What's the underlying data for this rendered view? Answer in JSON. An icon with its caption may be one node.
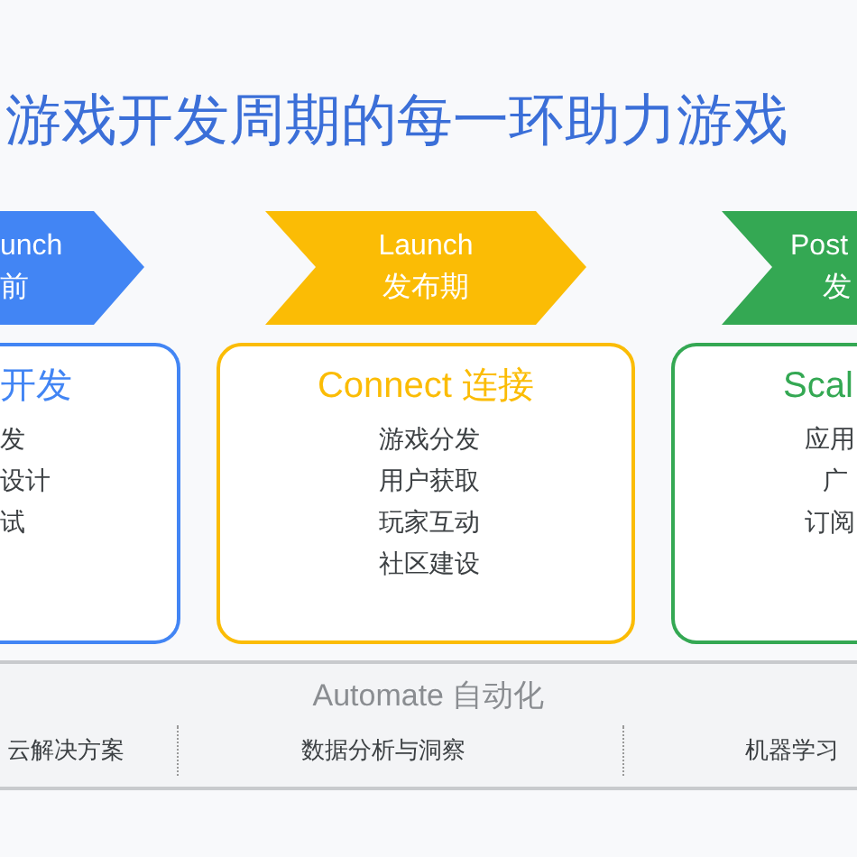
{
  "diagram": {
    "title": "游戏开发周期的每一环助力游戏",
    "nodes": [
      {
        "text": [
          "unch",
          "前"
        ]
      },
      {
        "text": [
          "Launch",
          "发布期"
        ]
      },
      {
        "text": [
          "Post",
          "发"
        ]
      },
      {
        "text": [
          "开发",
          "发",
          "设计",
          "试"
        ]
      },
      {
        "text": [
          "Connect 连接",
          "游戏分发",
          "用户获取",
          "玩家互动",
          "社区建设"
        ]
      },
      {
        "text": [
          "Scal",
          "应用",
          "广",
          "订阅"
        ]
      },
      {
        "text": [
          "Automate 自动化",
          "云解决方案",
          "数据分析与洞察",
          "机器学习"
        ]
      }
    ]
  }
}
